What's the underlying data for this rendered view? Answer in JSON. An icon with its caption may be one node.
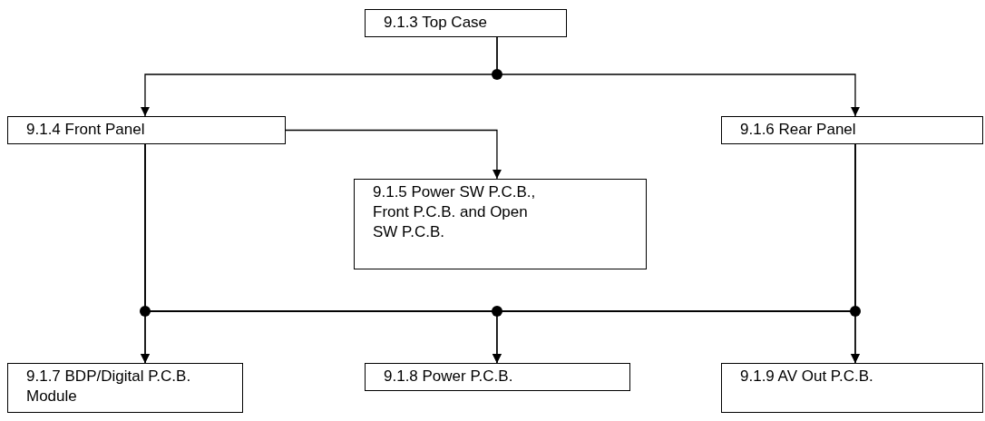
{
  "diagram": {
    "nodes": [
      {
        "text": [
          "9.1.3 Top Case"
        ]
      },
      {
        "text": [
          "9.1.4 Front Panel"
        ]
      },
      {
        "text": [
          "9.1.6 Rear Panel"
        ]
      },
      {
        "text": [
          "9.1.5 Power SW P.C.B., Front P.C.B. and Open SW P.C.B."
        ]
      },
      {
        "text": [
          "9.1.7 BDP/Digital P.C.B. Module"
        ]
      },
      {
        "text": [
          "9.1.8 Power P.C.B."
        ]
      },
      {
        "text": [
          "9.1.9 AV Out P.C.B."
        ]
      }
    ],
    "edges": [
      {
        "from": 0,
        "to": 1,
        "arrow": "to"
      },
      {
        "from": 0,
        "to": 2,
        "arrow": "to"
      },
      {
        "from": 1,
        "to": 3,
        "arrow": "to"
      },
      {
        "from": 1,
        "to": 4,
        "arrow": "to"
      },
      {
        "from": 1,
        "to": 5,
        "arrow": "to"
      },
      {
        "from": 1,
        "to": 6,
        "arrow": "to"
      },
      {
        "from": 2,
        "to": 4,
        "arrow": "to"
      },
      {
        "from": 2,
        "to": 5,
        "arrow": "to"
      },
      {
        "from": 2,
        "to": 6,
        "arrow": "to"
      }
    ]
  }
}
